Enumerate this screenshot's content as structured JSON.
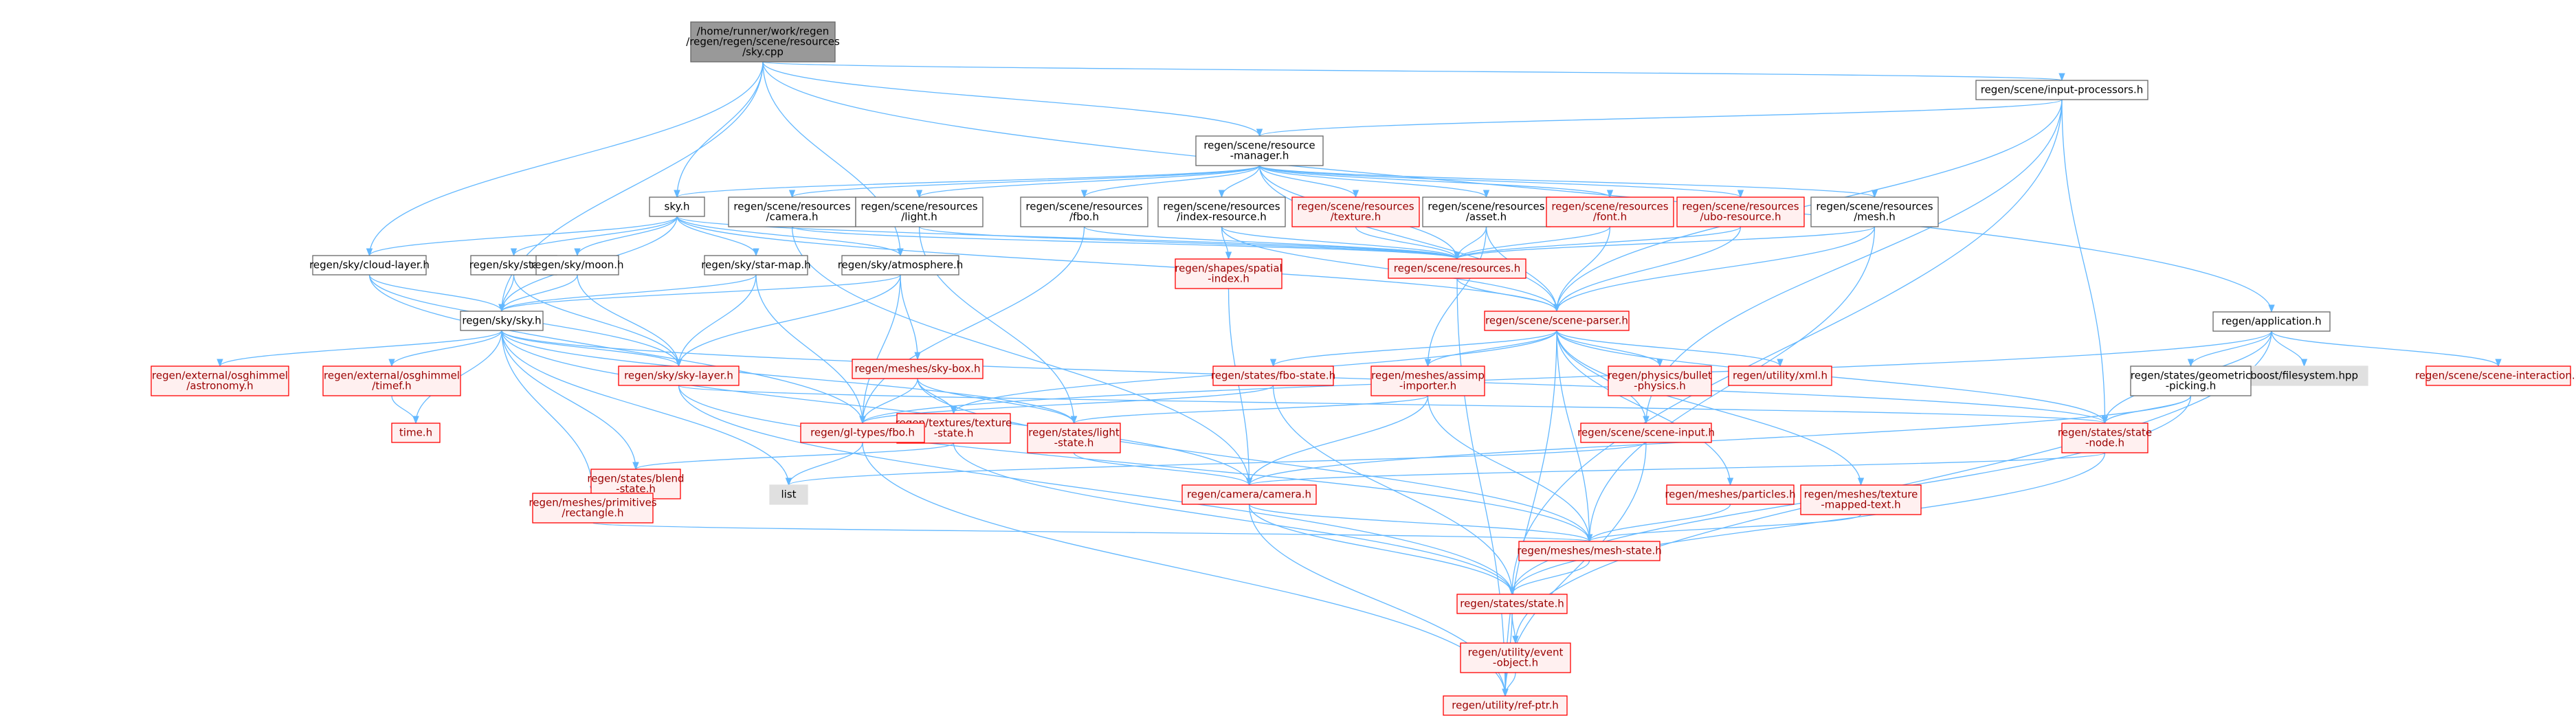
{
  "colors": {
    "edge": "#63b8ff",
    "black_border": "#666666",
    "red_border": "#ff0000",
    "fill_white": "#ffffff",
    "fill_red": "#fff0f0",
    "fill_gray": "#e0e0e0",
    "fill_root": "#999999",
    "text_black": "#000000",
    "text_red": "#9a0000"
  },
  "nodes": [
    {
      "id": "root",
      "style": "root",
      "lines": [
        "/home/runner/work/regen",
        "/regen/regen/scene/resources",
        "/sky.cpp"
      ]
    },
    {
      "id": "input_processors",
      "style": "black",
      "lines": [
        "regen/scene/input-processors.h"
      ]
    },
    {
      "id": "application",
      "style": "black",
      "lines": [
        "regen/application.h"
      ]
    },
    {
      "id": "resource_manager",
      "style": "black",
      "lines": [
        "regen/scene/resource",
        "-manager.h"
      ]
    },
    {
      "id": "sky_h",
      "style": "black",
      "lines": [
        "sky.h"
      ]
    },
    {
      "id": "res_camera",
      "style": "black",
      "lines": [
        "regen/scene/resources",
        "/camera.h"
      ]
    },
    {
      "id": "res_light",
      "style": "black",
      "lines": [
        "regen/scene/resources",
        "/light.h"
      ]
    },
    {
      "id": "res_fbo",
      "style": "black",
      "lines": [
        "regen/scene/resources",
        "/fbo.h"
      ]
    },
    {
      "id": "res_index",
      "style": "black",
      "lines": [
        "regen/scene/resources",
        "/index-resource.h"
      ]
    },
    {
      "id": "res_texture",
      "style": "red",
      "lines": [
        "regen/scene/resources",
        "/texture.h"
      ]
    },
    {
      "id": "res_asset",
      "style": "black",
      "lines": [
        "regen/scene/resources",
        "/asset.h"
      ]
    },
    {
      "id": "res_font",
      "style": "red",
      "lines": [
        "regen/scene/resources",
        "/font.h"
      ]
    },
    {
      "id": "res_ubo",
      "style": "red",
      "lines": [
        "regen/scene/resources",
        "/ubo-resource.h"
      ]
    },
    {
      "id": "res_mesh",
      "style": "black",
      "lines": [
        "regen/scene/resources",
        "/mesh.h"
      ]
    },
    {
      "id": "cloud_layer",
      "style": "black",
      "lines": [
        "regen/sky/cloud-layer.h"
      ]
    },
    {
      "id": "stars",
      "style": "black",
      "lines": [
        "regen/sky/stars.h"
      ]
    },
    {
      "id": "moon",
      "style": "black",
      "lines": [
        "regen/sky/moon.h"
      ]
    },
    {
      "id": "star_map",
      "style": "black",
      "lines": [
        "regen/sky/star-map.h"
      ]
    },
    {
      "id": "atmosphere",
      "style": "black",
      "lines": [
        "regen/sky/atmosphere.h"
      ]
    },
    {
      "id": "spatial_index",
      "style": "red",
      "lines": [
        "regen/shapes/spatial",
        "-index.h"
      ]
    },
    {
      "id": "scene_resources",
      "style": "red",
      "lines": [
        "regen/scene/resources.h"
      ]
    },
    {
      "id": "scene_parser",
      "style": "red",
      "lines": [
        "regen/scene/scene-parser.h"
      ]
    },
    {
      "id": "sky_sky",
      "style": "black",
      "lines": [
        "regen/sky/sky.h"
      ]
    },
    {
      "id": "sky_box",
      "style": "red",
      "lines": [
        "regen/meshes/sky-box.h"
      ]
    },
    {
      "id": "osg_astro",
      "style": "red",
      "lines": [
        "regen/external/osghimmel",
        "/astronomy.h"
      ]
    },
    {
      "id": "osg_timef",
      "style": "red",
      "lines": [
        "regen/external/osghimmel",
        "/timef.h"
      ]
    },
    {
      "id": "sky_layer",
      "style": "red",
      "lines": [
        "regen/sky/sky-layer.h"
      ]
    },
    {
      "id": "texture_state",
      "style": "red",
      "lines": [
        "regen/textures/texture",
        "-state.h"
      ]
    },
    {
      "id": "fbo_state",
      "style": "red",
      "lines": [
        "regen/states/fbo-state.h"
      ]
    },
    {
      "id": "assimp",
      "style": "red",
      "lines": [
        "regen/meshes/assimp",
        "-importer.h"
      ]
    },
    {
      "id": "bullet",
      "style": "red",
      "lines": [
        "regen/physics/bullet",
        "-physics.h"
      ]
    },
    {
      "id": "xml",
      "style": "red",
      "lines": [
        "regen/utility/xml.h"
      ]
    },
    {
      "id": "boost_fs",
      "style": "gray",
      "lines": [
        "boost/filesystem.hpp"
      ]
    },
    {
      "id": "scene_interaction",
      "style": "red",
      "lines": [
        "regen/scene/scene-interaction.h"
      ]
    },
    {
      "id": "geom_picking",
      "style": "black",
      "lines": [
        "regen/states/geometric",
        "-picking.h"
      ]
    },
    {
      "id": "time_h",
      "style": "red",
      "lines": [
        "time.h"
      ]
    },
    {
      "id": "blend_state",
      "style": "red",
      "lines": [
        "regen/states/blend",
        "-state.h"
      ]
    },
    {
      "id": "gl_fbo",
      "style": "red",
      "lines": [
        "regen/gl-types/fbo.h"
      ]
    },
    {
      "id": "light_state",
      "style": "red",
      "lines": [
        "regen/states/light",
        "-state.h"
      ]
    },
    {
      "id": "scene_input",
      "style": "red",
      "lines": [
        "regen/scene/scene-input.h"
      ]
    },
    {
      "id": "state_node",
      "style": "red",
      "lines": [
        "regen/states/state",
        "-node.h"
      ]
    },
    {
      "id": "list",
      "style": "gray",
      "lines": [
        "list"
      ]
    },
    {
      "id": "rectangle",
      "style": "red",
      "lines": [
        "regen/meshes/primitives",
        "/rectangle.h"
      ]
    },
    {
      "id": "camera",
      "style": "red",
      "lines": [
        "regen/camera/camera.h"
      ]
    },
    {
      "id": "particles",
      "style": "red",
      "lines": [
        "regen/meshes/particles.h"
      ]
    },
    {
      "id": "tex_mapped",
      "style": "red",
      "lines": [
        "regen/meshes/texture",
        "-mapped-text.h"
      ]
    },
    {
      "id": "mesh_state",
      "style": "red",
      "lines": [
        "regen/meshes/mesh-state.h"
      ]
    },
    {
      "id": "state_h",
      "style": "red",
      "lines": [
        "regen/states/state.h"
      ]
    },
    {
      "id": "event_object",
      "style": "red",
      "lines": [
        "regen/utility/event",
        "-object.h"
      ]
    },
    {
      "id": "ref_ptr",
      "style": "red",
      "lines": [
        "regen/utility/ref-ptr.h"
      ]
    }
  ],
  "edges": [
    [
      "root",
      "input_processors"
    ],
    [
      "root",
      "application"
    ],
    [
      "root",
      "resource_manager"
    ],
    [
      "root",
      "sky_h"
    ],
    [
      "root",
      "cloud_layer"
    ],
    [
      "root",
      "sky_sky"
    ],
    [
      "root",
      "atmosphere"
    ],
    [
      "input_processors",
      "resource_manager"
    ],
    [
      "input_processors",
      "scene_parser"
    ],
    [
      "input_processors",
      "scene_input"
    ],
    [
      "input_processors",
      "state_node"
    ],
    [
      "input_processors",
      "state_h"
    ],
    [
      "application",
      "boost_fs"
    ],
    [
      "application",
      "scene_interaction"
    ],
    [
      "application",
      "geom_picking"
    ],
    [
      "application",
      "state_node"
    ],
    [
      "application",
      "gl_fbo"
    ],
    [
      "application",
      "event_object"
    ],
    [
      "resource_manager",
      "sky_h"
    ],
    [
      "resource_manager",
      "res_camera"
    ],
    [
      "resource_manager",
      "res_light"
    ],
    [
      "resource_manager",
      "res_fbo"
    ],
    [
      "resource_manager",
      "res_index"
    ],
    [
      "resource_manager",
      "res_texture"
    ],
    [
      "resource_manager",
      "res_asset"
    ],
    [
      "resource_manager",
      "res_font"
    ],
    [
      "resource_manager",
      "res_ubo"
    ],
    [
      "resource_manager",
      "res_mesh"
    ],
    [
      "resource_manager",
      "scene_parser"
    ],
    [
      "resource_manager",
      "scene_resources"
    ],
    [
      "sky_h",
      "cloud_layer"
    ],
    [
      "sky_h",
      "stars"
    ],
    [
      "sky_h",
      "moon"
    ],
    [
      "sky_h",
      "star_map"
    ],
    [
      "sky_h",
      "atmosphere"
    ],
    [
      "sky_h",
      "sky_sky"
    ],
    [
      "sky_h",
      "scene_parser"
    ],
    [
      "sky_h",
      "scene_resources"
    ],
    [
      "res_camera",
      "scene_resources"
    ],
    [
      "res_camera",
      "camera"
    ],
    [
      "res_light",
      "scene_resources"
    ],
    [
      "res_light",
      "light_state"
    ],
    [
      "res_fbo",
      "scene_resources"
    ],
    [
      "res_fbo",
      "gl_fbo"
    ],
    [
      "res_index",
      "scene_resources"
    ],
    [
      "res_index",
      "spatial_index"
    ],
    [
      "res_index",
      "scene_parser"
    ],
    [
      "res_texture",
      "scene_resources"
    ],
    [
      "res_asset",
      "scene_resources"
    ],
    [
      "res_asset",
      "scene_parser"
    ],
    [
      "res_asset",
      "assimp"
    ],
    [
      "res_font",
      "scene_resources"
    ],
    [
      "res_font",
      "scene_parser"
    ],
    [
      "res_ubo",
      "scene_resources"
    ],
    [
      "res_ubo",
      "scene_parser"
    ],
    [
      "res_mesh",
      "scene_resources"
    ],
    [
      "res_mesh",
      "scene_parser"
    ],
    [
      "res_mesh",
      "mesh_state"
    ],
    [
      "cloud_layer",
      "sky_sky"
    ],
    [
      "cloud_layer",
      "sky_layer"
    ],
    [
      "cloud_layer",
      "gl_fbo"
    ],
    [
      "stars",
      "sky_sky"
    ],
    [
      "stars",
      "sky_layer"
    ],
    [
      "moon",
      "sky_sky"
    ],
    [
      "moon",
      "sky_layer"
    ],
    [
      "star_map",
      "sky_sky"
    ],
    [
      "star_map",
      "sky_layer"
    ],
    [
      "star_map",
      "gl_fbo"
    ],
    [
      "atmosphere",
      "sky_sky"
    ],
    [
      "atmosphere",
      "sky_box"
    ],
    [
      "atmosphere",
      "sky_layer"
    ],
    [
      "atmosphere",
      "gl_fbo"
    ],
    [
      "spatial_index",
      "camera"
    ],
    [
      "scene_resources",
      "scene_parser"
    ],
    [
      "scene_resources",
      "ref_ptr"
    ],
    [
      "scene_parser",
      "texture_state"
    ],
    [
      "scene_parser",
      "fbo_state"
    ],
    [
      "scene_parser",
      "assimp"
    ],
    [
      "scene_parser",
      "bullet"
    ],
    [
      "scene_parser",
      "xml"
    ],
    [
      "scene_parser",
      "scene_input"
    ],
    [
      "scene_parser",
      "state_node"
    ],
    [
      "scene_parser",
      "particles"
    ],
    [
      "scene_parser",
      "tex_mapped"
    ],
    [
      "scene_parser",
      "mesh_state"
    ],
    [
      "scene_parser",
      "ref_ptr"
    ],
    [
      "sky_sky",
      "osg_astro"
    ],
    [
      "sky_sky",
      "osg_timef"
    ],
    [
      "sky_sky",
      "sky_layer"
    ],
    [
      "sky_sky",
      "time_h"
    ],
    [
      "sky_sky",
      "blend_state"
    ],
    [
      "sky_sky",
      "light_state"
    ],
    [
      "sky_sky",
      "rectangle"
    ],
    [
      "sky_sky",
      "camera"
    ],
    [
      "sky_sky",
      "list"
    ],
    [
      "sky_sky",
      "state_node"
    ],
    [
      "sky_box",
      "texture_state"
    ],
    [
      "sky_box",
      "gl_fbo"
    ],
    [
      "sky_box",
      "light_state"
    ],
    [
      "sky_box",
      "mesh_state"
    ],
    [
      "osg_timef",
      "time_h"
    ],
    [
      "sky_layer",
      "state_node"
    ],
    [
      "sky_layer",
      "mesh_state"
    ],
    [
      "sky_layer",
      "state_h"
    ],
    [
      "texture_state",
      "blend_state"
    ],
    [
      "texture_state",
      "gl_fbo"
    ],
    [
      "texture_state",
      "state_h"
    ],
    [
      "fbo_state",
      "gl_fbo"
    ],
    [
      "fbo_state",
      "state_h"
    ],
    [
      "assimp",
      "light_state"
    ],
    [
      "assimp",
      "camera"
    ],
    [
      "assimp",
      "mesh_state"
    ],
    [
      "geom_picking",
      "state_node"
    ],
    [
      "geom_picking",
      "camera"
    ],
    [
      "geom_picking",
      "state_h"
    ],
    [
      "gl_fbo",
      "list"
    ],
    [
      "gl_fbo",
      "ref_ptr"
    ],
    [
      "light_state",
      "camera"
    ],
    [
      "scene_input",
      "list"
    ],
    [
      "scene_input",
      "ref_ptr"
    ],
    [
      "state_node",
      "camera"
    ],
    [
      "state_node",
      "state_h"
    ],
    [
      "rectangle",
      "mesh_state"
    ],
    [
      "camera",
      "mesh_state"
    ],
    [
      "camera",
      "state_h"
    ],
    [
      "camera",
      "ref_ptr"
    ],
    [
      "particles",
      "mesh_state"
    ],
    [
      "tex_mapped",
      "mesh_state"
    ],
    [
      "mesh_state",
      "state_h"
    ],
    [
      "state_h",
      "event_object"
    ],
    [
      "state_h",
      "ref_ptr"
    ],
    [
      "event_object",
      "ref_ptr"
    ]
  ]
}
